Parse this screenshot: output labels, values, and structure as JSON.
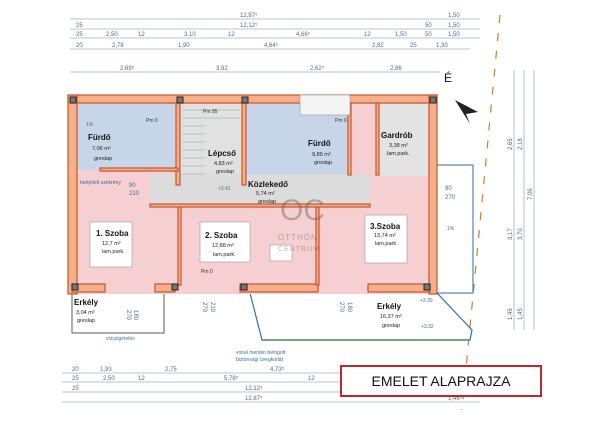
{
  "title": "EMELET ALAPRAJZA",
  "north_label": "É",
  "watermark": {
    "logo": "OC",
    "line1": "OTTHON",
    "line2": "CENTRUM"
  },
  "rooms": [
    {
      "name": "Fürdő",
      "area": "7,06 m²",
      "floor": "greslap"
    },
    {
      "name": "Lépcső",
      "area": "4,83 m²",
      "floor": "greslap"
    },
    {
      "name": "Fürdő",
      "area": "9,89 m²",
      "floor": "greslap"
    },
    {
      "name": "Gardrób",
      "area": "3,38 m²",
      "floor": "lam.park."
    },
    {
      "name": "Közlekedő",
      "area": "5,74 m²",
      "floor": "greslap"
    },
    {
      "name": "1. Szoba",
      "area": "12,7 m²",
      "floor": "lam.park."
    },
    {
      "name": "2. Szoba",
      "area": "12,88 m²",
      "floor": "lam.park."
    },
    {
      "name": "3.Szoba",
      "area": "13,74 m²",
      "floor": "lam.park."
    },
    {
      "name": "Erkély",
      "area": "3,04 m²",
      "floor": "greslap"
    },
    {
      "name": "Erkély",
      "area": "16,37 m²",
      "floor": "greslap"
    }
  ],
  "notes": {
    "builtin": "beépített szekrény",
    "vizszig": "vízszigetelés",
    "glass1": "vonal mentén befogott",
    "glass2": "biztonsági üvegkorlát",
    "pm0": "Pm 0",
    "pm95": "Pm 95",
    "lvl1": "+3.41",
    "lvl2": "+3.39",
    "lvl3": "+3.32",
    "slope": "1%"
  },
  "dims_top": {
    "r1": [
      "12,87⁵",
      "1,50"
    ],
    "r2": [
      "25",
      "12,12⁵",
      "50",
      "1,50"
    ],
    "r3": [
      "25",
      "2,50",
      "12",
      "3,10",
      "12",
      "4,66⁵",
      "12",
      "1,50",
      "50",
      "1,50"
    ],
    "r4": [
      "20",
      "2,78",
      "1,90",
      "4,64⁵",
      "2,82",
      "25",
      "1,30"
    ],
    "r5": [
      "2,69⁵",
      "3,92",
      "2,62⁵",
      "2,86"
    ]
  },
  "dims_bottom": {
    "r1": [
      "20",
      "1,93",
      "2,75",
      "4,73⁵"
    ],
    "r2": [
      "25",
      "2,50",
      "12",
      "5,78⁵",
      "12"
    ],
    "r3": [
      "25",
      "12,12⁵"
    ],
    "r4": [
      "12,87⁵",
      "1,46⁵"
    ]
  },
  "dims_right": [
    "2,65",
    "3,17",
    "1,45",
    "2,18",
    "3,70",
    "1,45",
    "7,06"
  ],
  "door_dims": [
    "90",
    "210",
    "270",
    "180",
    "270",
    "210",
    "270",
    "180",
    "90",
    "270"
  ]
}
